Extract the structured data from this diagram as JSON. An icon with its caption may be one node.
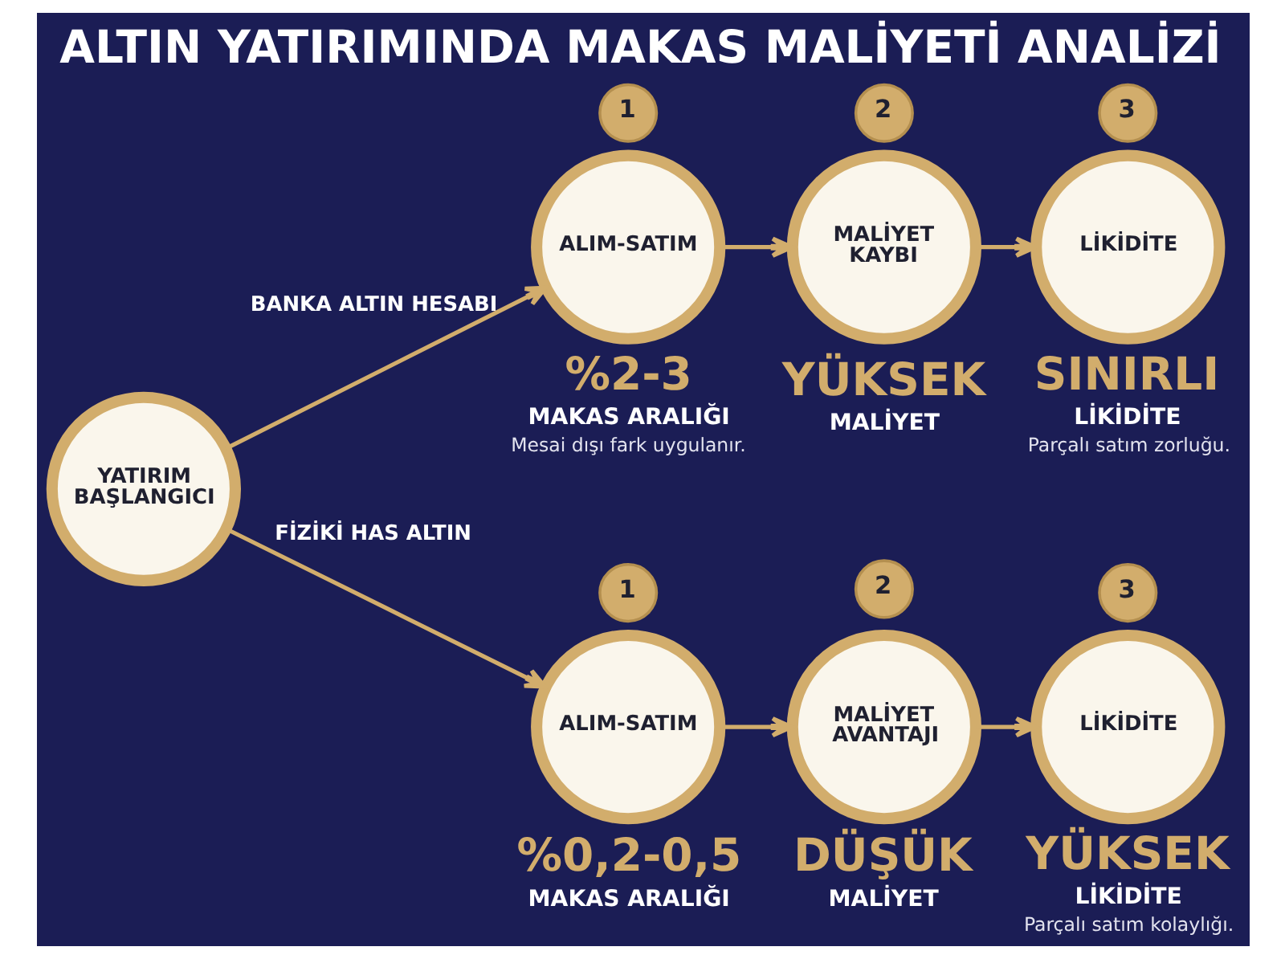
{
  "diagram": {
    "title": "ALTIN YATIRIMINDA MAKAS MALİYETİ ANALİZİ",
    "nodes": [
      {
        "text": [
          "YATIRIM BAŞLANGICI"
        ]
      },
      {
        "text": [
          "1"
        ]
      },
      {
        "text": [
          "ALIM-SATIM"
        ],
        "beside": [
          "%2-3",
          "MAKAS ARALIĞI",
          "Mesai dışı fark uygulanır."
        ]
      },
      {
        "text": [
          "2"
        ]
      },
      {
        "text": [
          "MALİYET KAYBI"
        ],
        "beside": [
          "YÜKSEK",
          "MALİYET"
        ]
      },
      {
        "text": [
          "3"
        ]
      },
      {
        "text": [
          "LİKİDİTE"
        ],
        "beside": [
          "SINIRLI",
          "LİKİDİTE",
          "Parçalı satım zorluğu."
        ]
      },
      {
        "text": [
          "1"
        ]
      },
      {
        "text": [
          "ALIM-SATIM"
        ],
        "beside": [
          "%0,2-0,5",
          "MAKAS ARALIĞI"
        ]
      },
      {
        "text": [
          "2"
        ]
      },
      {
        "text": [
          "MALİYET AVANTAJI"
        ],
        "beside": [
          "DÜŞÜK",
          "MALİYET"
        ]
      },
      {
        "text": [
          "3"
        ]
      },
      {
        "text": [
          "LİKİDİTE"
        ],
        "beside": [
          "YÜKSEK",
          "LİKİDİTE",
          "Parçalı satım kolaylığı."
        ]
      }
    ],
    "edges": [
      {
        "from": 0,
        "to": 2,
        "arrow": "to",
        "label": "BANKA ALTIN HESABI"
      },
      {
        "from": 2,
        "to": 4,
        "arrow": "to"
      },
      {
        "from": 4,
        "to": 6,
        "arrow": "to"
      },
      {
        "from": 0,
        "to": 8,
        "arrow": "to",
        "label": "FİZİKİ HAS ALTIN"
      },
      {
        "from": 8,
        "to": 10,
        "arrow": "to"
      },
      {
        "from": 10,
        "to": 12,
        "arrow": "to"
      }
    ]
  }
}
